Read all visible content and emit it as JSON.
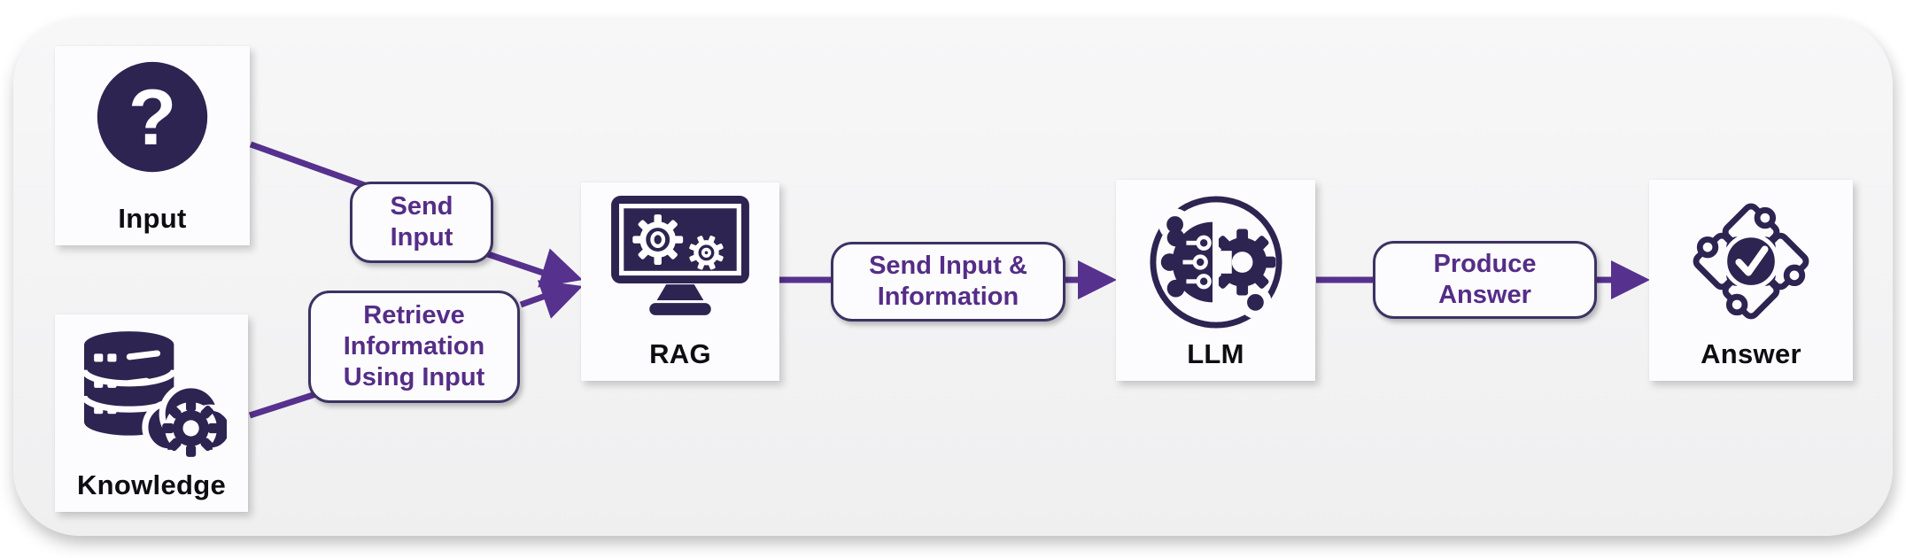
{
  "nodes": [
    {
      "id": "input",
      "label": "Input",
      "icon": "question-icon"
    },
    {
      "id": "knowledge",
      "label": "Knowledge",
      "icon": "database-gear-icon"
    },
    {
      "id": "rag",
      "label": "RAG",
      "icon": "monitor-gears-icon"
    },
    {
      "id": "llm",
      "label": "LLM",
      "icon": "brain-gear-orbit-icon"
    },
    {
      "id": "answer",
      "label": "Answer",
      "icon": "puzzle-check-icon"
    }
  ],
  "edges": [
    {
      "from": "Input",
      "to": "RAG",
      "label": "Send Input"
    },
    {
      "from": "Knowledge",
      "to": "RAG",
      "label": "Retrieve Information Using Input"
    },
    {
      "from": "RAG",
      "to": "LLM",
      "label": "Send Input & Information"
    },
    {
      "from": "LLM",
      "to": "Answer",
      "label": "Produce Answer"
    }
  ],
  "icons": {
    "question_glyph": "?"
  },
  "colors": {
    "ink": "#2d2452",
    "accent": "#552d87",
    "connector": "#56318e",
    "pill-border": "#3d3263",
    "node-bg": "#fcfcfe",
    "canvas-bg": "#f3f3f4",
    "page-bg": "#ffffff"
  }
}
